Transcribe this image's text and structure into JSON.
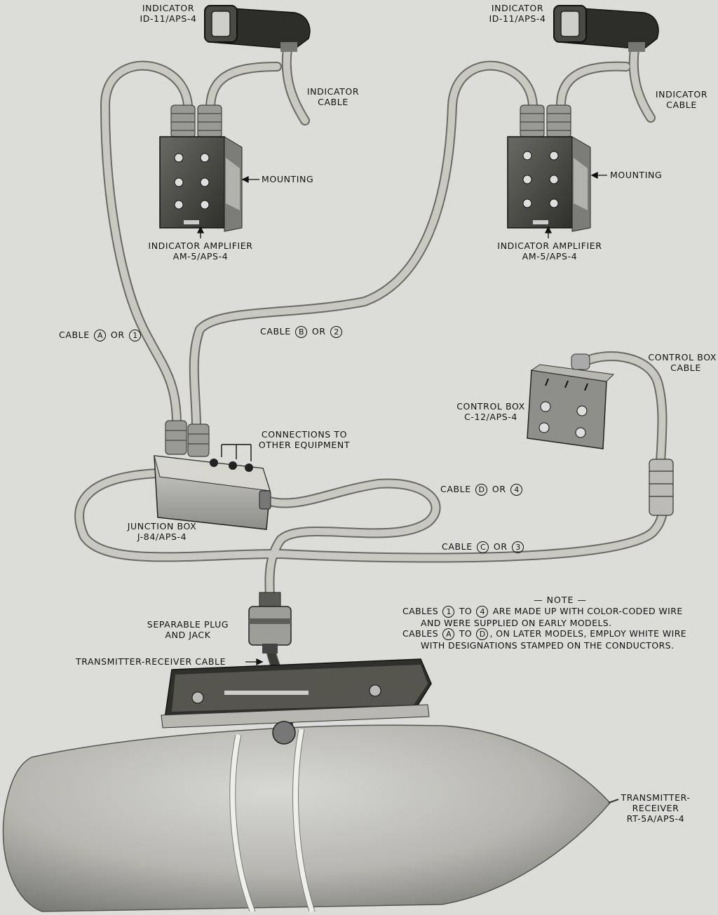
{
  "labels": {
    "indicator_left": [
      "INDICATOR",
      "ID-11/APS-4"
    ],
    "indicator_right": [
      "INDICATOR",
      "ID-11/APS-4"
    ],
    "indicator_cable_left": [
      "INDICATOR",
      "CABLE"
    ],
    "indicator_cable_right": [
      "INDICATOR",
      "CABLE"
    ],
    "mounting_left": "MOUNTING",
    "mounting_right": "MOUNTING",
    "amplifier_left": [
      "INDICATOR AMPLIFIER",
      "AM-5/APS-4"
    ],
    "amplifier_right": [
      "INDICATOR AMPLIFIER",
      "AM-5/APS-4"
    ],
    "cable_a": {
      "prefix": "CABLE",
      "letter": "A",
      "mid": "OR",
      "number": "1"
    },
    "cable_b": {
      "prefix": "CABLE",
      "letter": "B",
      "mid": "OR",
      "number": "2"
    },
    "cable_c": {
      "prefix": "CABLE",
      "letter": "C",
      "mid": "OR",
      "number": "3"
    },
    "cable_d": {
      "prefix": "CABLE",
      "letter": "D",
      "mid": "OR",
      "number": "4"
    },
    "control_box_cable": [
      "CONTROL BOX",
      "CABLE"
    ],
    "control_box": [
      "CONTROL BOX",
      "C-12/APS-4"
    ],
    "connections": [
      "CONNECTIONS TO",
      "OTHER EQUIPMENT"
    ],
    "junction_box": [
      "JUNCTION BOX",
      "J-84/APS-4"
    ],
    "separable_plug": [
      "SEPARABLE PLUG",
      "AND JACK"
    ],
    "tr_cable": "TRANSMITTER-RECEIVER CABLE",
    "transmitter_receiver": [
      "TRANSMITTER-",
      "RECEIVER",
      "RT-5A/APS-4"
    ]
  },
  "note": {
    "title": "— NOTE —",
    "line1": {
      "a": "CABLES",
      "c1": "1",
      "b": "TO",
      "c2": "4",
      "c": "ARE MADE UP WITH COLOR-CODED WIRE"
    },
    "line2": "AND WERE SUPPLIED ON EARLY MODELS.",
    "line3": {
      "a": "CABLES",
      "c1": "A",
      "b": "TO",
      "c2": "D",
      "c": ", ON LATER MODELS, EMPLOY WHITE WIRE"
    },
    "line4": "WITH DESIGNATIONS STAMPED ON THE CONDUCTORS."
  },
  "colors": {
    "background": "#dcdcd8",
    "cable": "#c9c9c2",
    "cable_edge": "#6a6a64",
    "metal_dark": "#3a3a36",
    "metal_mid": "#8a8a84",
    "body_light": "#b4b4ae"
  }
}
